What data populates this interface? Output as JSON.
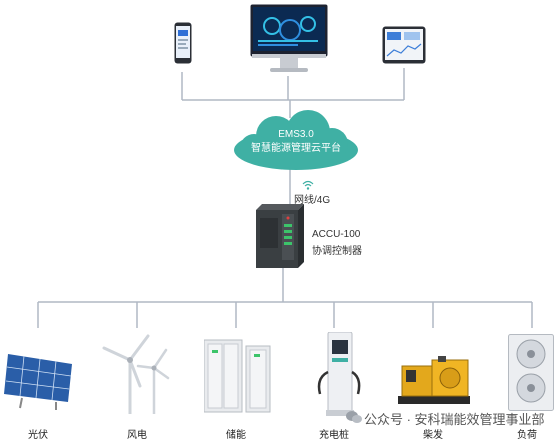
{
  "cloud": {
    "line1": "EMS3.0",
    "line2": "智慧能源管理云平台"
  },
  "network_label": "网线/4G",
  "controller": {
    "model": "ACCU-100",
    "name": "协调控制器"
  },
  "devices": [
    {
      "label": "光伏"
    },
    {
      "label": "风电"
    },
    {
      "label": "储能"
    },
    {
      "label": "充电桩"
    },
    {
      "label": "柴发"
    },
    {
      "label": "负荷"
    }
  ],
  "watermark": "公众号 · 安科瑞能效管理事业部",
  "colors": {
    "line": "#b0b8c4",
    "cloud": "#3fb0a4",
    "controller": "#3a3f42"
  }
}
